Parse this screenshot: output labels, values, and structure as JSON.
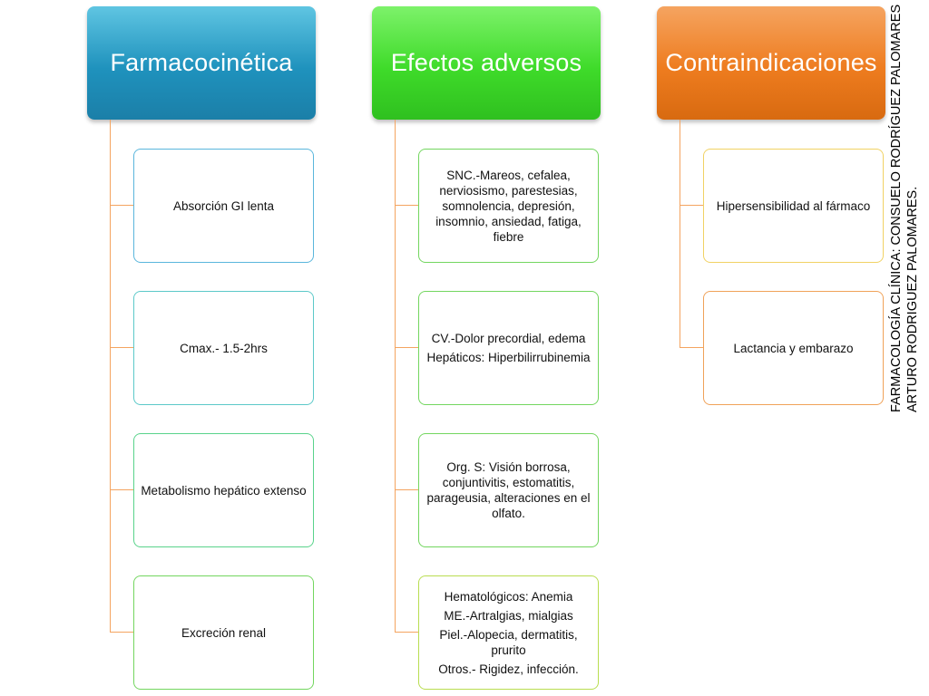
{
  "columns": [
    {
      "title": "Farmacocinética",
      "items": [
        {
          "lines": [
            "Absorción GI lenta"
          ]
        },
        {
          "lines": [
            "Cmax.- 1.5-2hrs"
          ]
        },
        {
          "lines": [
            "Metabolismo hepático extenso"
          ]
        },
        {
          "lines": [
            "Excreción renal"
          ]
        }
      ]
    },
    {
      "title": "Efectos adversos",
      "items": [
        {
          "lines": [
            "SNC.-Mareos, cefalea, nerviosismo, parestesias, somnolencia, depresión, insomnio, ansiedad, fatiga, fiebre"
          ]
        },
        {
          "lines": [
            "CV.-Dolor precordial, edema",
            "Hepáticos: Hiperbilirrubinemia"
          ]
        },
        {
          "lines": [
            "Org. S: Visión borrosa, conjuntivitis, estomatitis, parageusia, alteraciones en el olfato."
          ]
        },
        {
          "lines": [
            "Hematológicos: Anemia",
            "ME.-Artralgias, mialgias",
            "Piel.-Alopecia, dermatitis, prurito",
            "Otros.- Rigidez, infección."
          ]
        }
      ]
    },
    {
      "title": "Contraindicaciones",
      "items": [
        {
          "lines": [
            "Hipersensibilidad al fármaco"
          ]
        },
        {
          "lines": [
            "Lactancia y embarazo"
          ]
        }
      ]
    }
  ],
  "side_text": {
    "line1": "FARMACOLOGÍA CLÍNICA: CONSUELO RODRÍGUEZ PALOMARES",
    "line2": "ARTURO RODRIGUEZ PALOMARES."
  }
}
